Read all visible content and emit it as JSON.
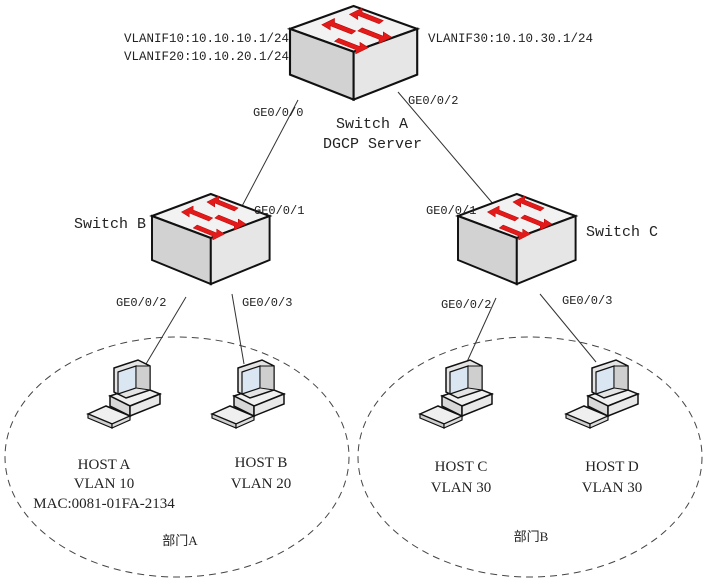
{
  "colors": {
    "arrow": "#e31a1a",
    "switch_top": "#f0f0f0",
    "switch_side_left": "#d4d4d4",
    "switch_side_right": "#e8e8e8",
    "outline": "#111111"
  },
  "switch_a": {
    "name": "Switch A",
    "role": "DGCP Server",
    "vlanif10": "VLANIF10:10.10.10.1/24",
    "vlanif20": "VLANIF20:10.10.20.1/24",
    "vlanif30": "VLANIF30:10.10.30.1/24",
    "port_to_b": "GE0/0/0",
    "port_to_c": "GE0/0/2"
  },
  "switch_b": {
    "name": "Switch B",
    "uplink_port": "GE0/0/1",
    "port_host_a": "GE0/0/2",
    "port_host_b": "GE0/0/3"
  },
  "switch_c": {
    "name": "Switch C",
    "uplink_port": "GE0/0/1",
    "port_host_c": "GE0/0/2",
    "port_host_d": "GE0/0/3"
  },
  "hosts": [
    {
      "name": "HOST A",
      "vlan": "VLAN 10",
      "mac": "MAC:0081-01FA-2134"
    },
    {
      "name": "HOST B",
      "vlan": "VLAN 20"
    },
    {
      "name": "HOST C",
      "vlan": "VLAN 30"
    },
    {
      "name": "HOST D",
      "vlan": "VLAN 30"
    }
  ],
  "zones": [
    {
      "label": "部门A"
    },
    {
      "label": "部门B"
    }
  ]
}
